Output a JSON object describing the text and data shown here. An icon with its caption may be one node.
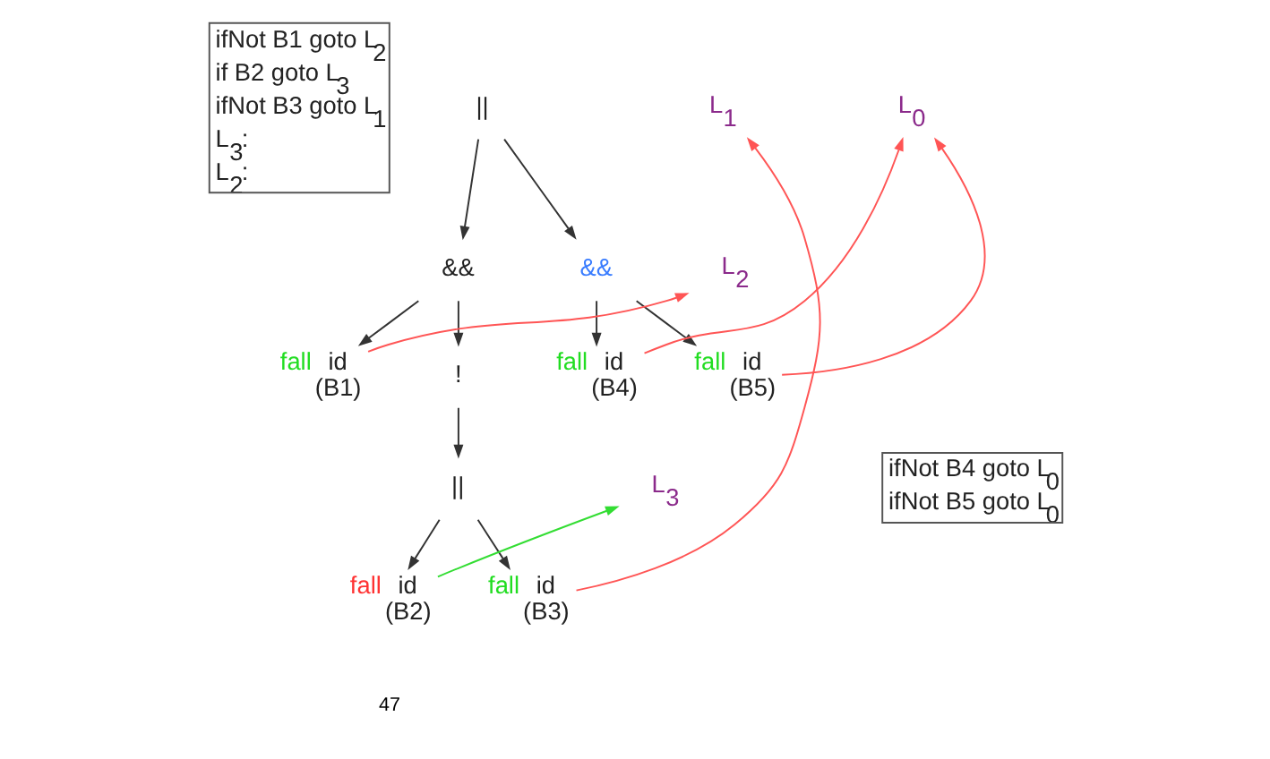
{
  "diagram": {
    "nodes": [
      {
        "text": [
          "ifNot B1 goto L$_{2}$",
          "if B2 goto L$_{3}$",
          "ifNot B3 goto L$_{1}$",
          "L$_{3}$:",
          "L$_{2}$:"
        ]
      },
      {
        "text": [
          "||"
        ]
      },
      {
        "text": [
          "L$_{1}$"
        ]
      },
      {
        "text": [
          "&&"
        ]
      },
      {
        "text": [
          "L$_{2}$"
        ]
      },
      {
        "text": [
          "&&"
        ]
      },
      {
        "text": [
          "L$_{0}$"
        ]
      },
      {
        "text": [
          "id",
          "(B1)"
        ],
        "beside": [
          "fall"
        ]
      },
      {
        "text": [
          "!"
        ]
      },
      {
        "text": [
          "id",
          "(B4)"
        ],
        "beside": [
          "fall"
        ]
      },
      {
        "text": [
          "id",
          "(B5)"
        ],
        "beside": [
          "fall"
        ]
      },
      {
        "text": [
          "ifNot B4 goto L$_{0}$",
          "ifNot B5 goto L$_{0}$"
        ]
      },
      {
        "text": [
          "||"
        ]
      },
      {
        "text": [
          "L$_{3}$"
        ]
      },
      {
        "text": [
          "id",
          "(B2)"
        ],
        "beside": [
          "fall"
        ]
      },
      {
        "text": [
          "id",
          "(B3)"
        ],
        "beside": [
          "fall"
        ]
      }
    ],
    "edges": [
      {
        "from": 1,
        "to": 3,
        "arrow": "to"
      },
      {
        "from": 1,
        "to": 5,
        "arrow": "to"
      },
      {
        "from": 3,
        "to": 7,
        "arrow": "to"
      },
      {
        "from": 3,
        "to": 8,
        "arrow": "to"
      },
      {
        "from": 7,
        "to": 4,
        "arrow": "to",
        "color": "#ff5555"
      },
      {
        "from": 8,
        "to": 12,
        "arrow": "to"
      },
      {
        "from": 12,
        "to": 14,
        "arrow": "to"
      },
      {
        "from": 12,
        "to": 15,
        "arrow": "to"
      },
      {
        "from": 14,
        "to": 13,
        "arrow": "to",
        "color": "#33dd33"
      },
      {
        "from": 15,
        "to": 2,
        "arrow": "to",
        "color": "#ff5555"
      },
      {
        "from": 5,
        "to": 9,
        "arrow": "to"
      },
      {
        "from": 5,
        "to": 10,
        "arrow": "to"
      },
      {
        "from": 9,
        "to": 6,
        "arrow": "to",
        "color": "#ff5555"
      },
      {
        "from": 10,
        "to": 6,
        "arrow": "to",
        "color": "#ff5555"
      }
    ],
    "labels": [
      "47"
    ]
  }
}
